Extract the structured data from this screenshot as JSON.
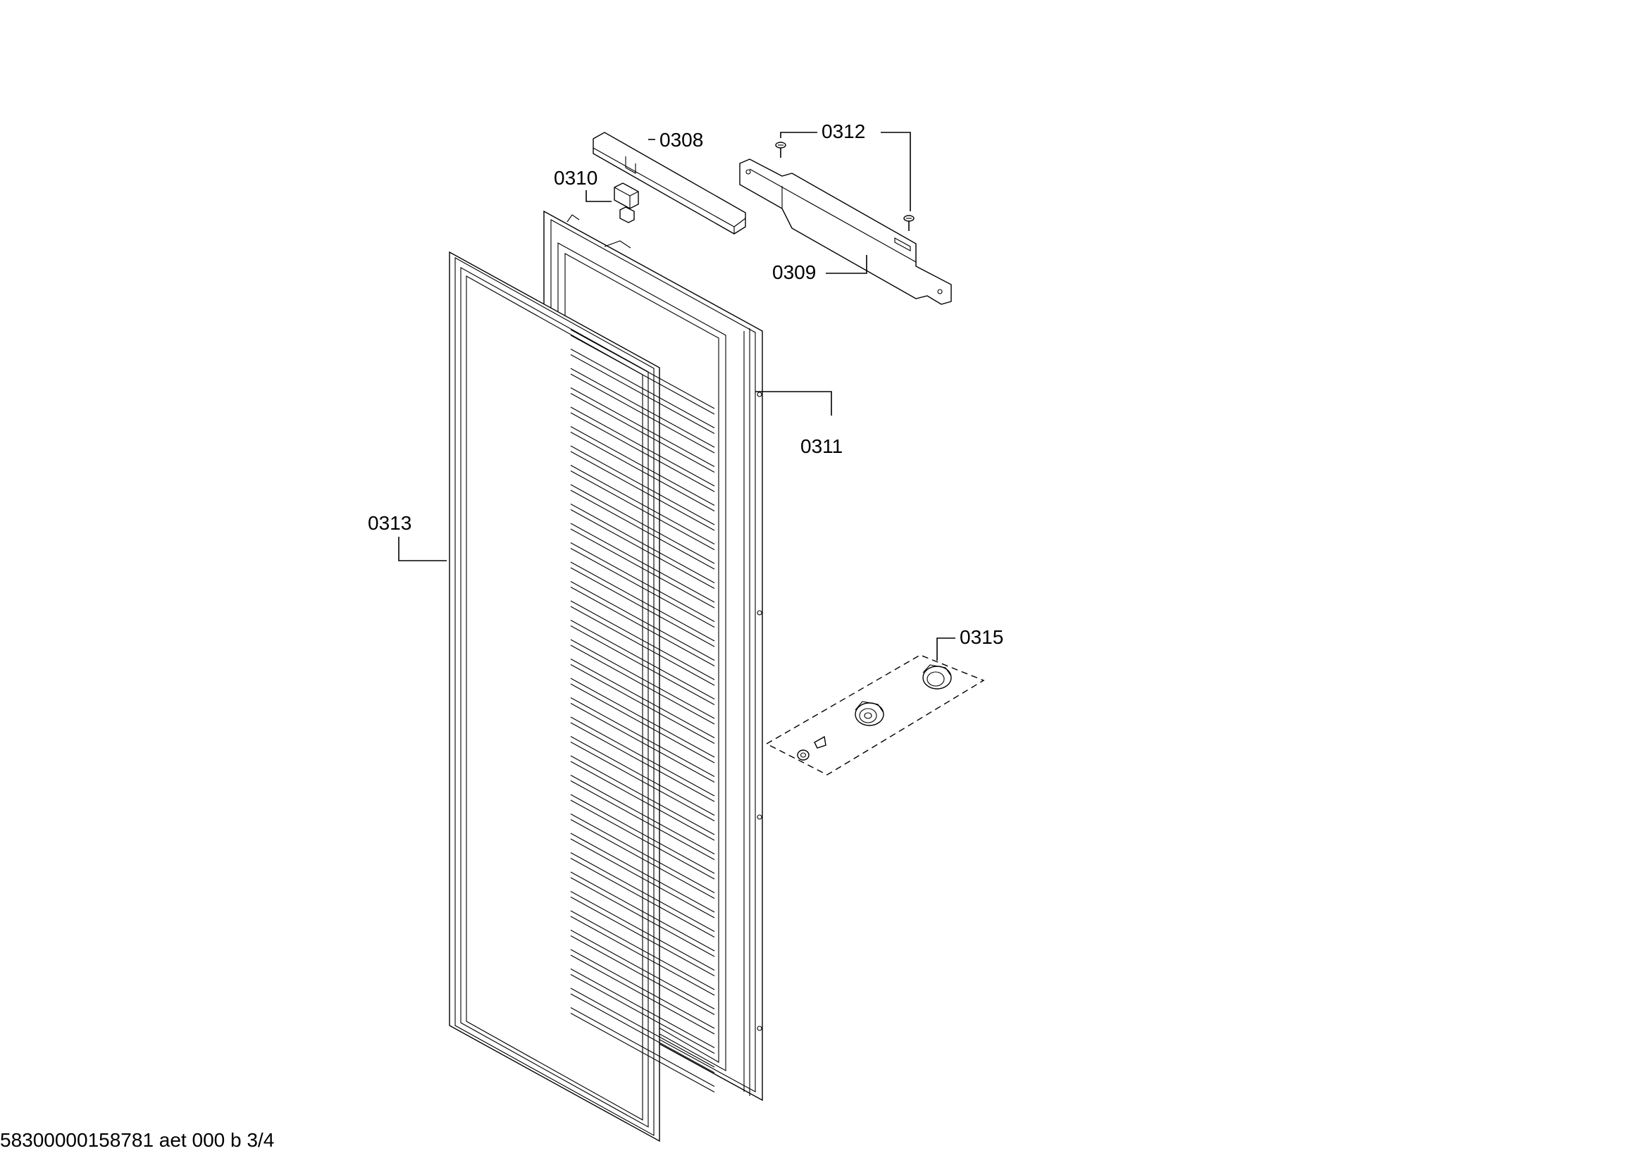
{
  "callouts": {
    "c0308": "0308",
    "c0309": "0309",
    "c0310": "0310",
    "c0311": "0311",
    "c0312": "0312",
    "c0313": "0313",
    "c0315": "0315"
  },
  "footer": {
    "doc_id": "58300000158781 aet 000 b 3/4"
  }
}
